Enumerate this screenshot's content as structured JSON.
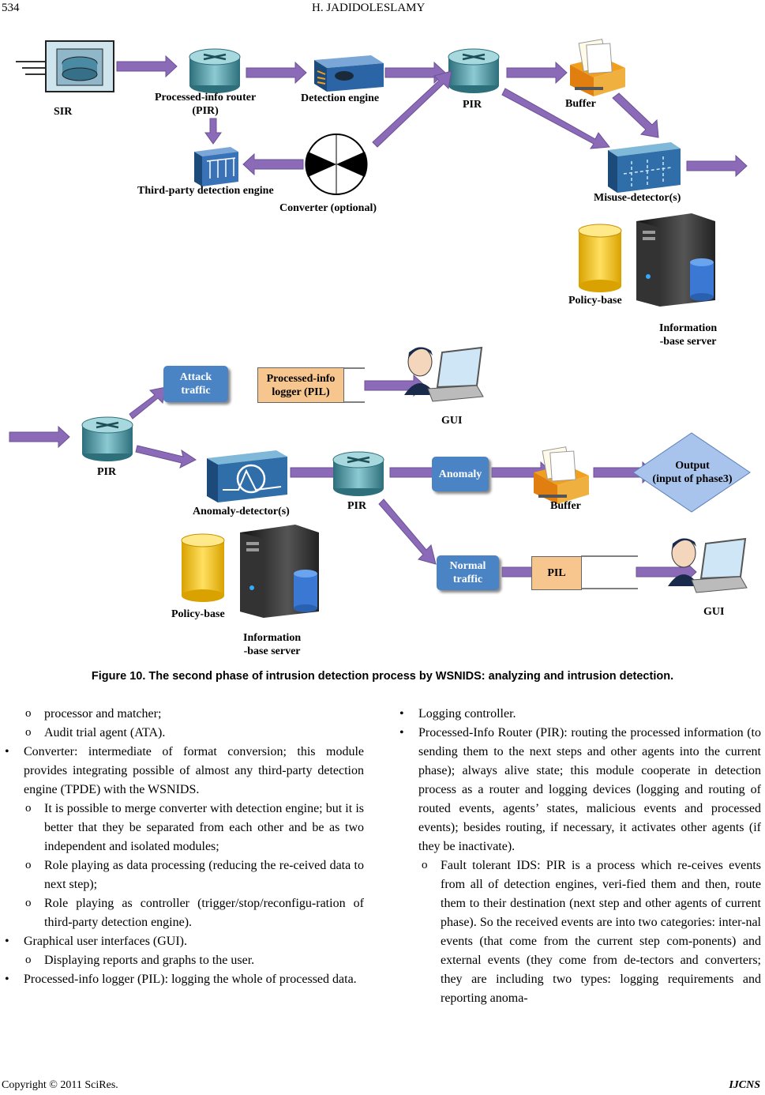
{
  "header": {
    "page_number": "534",
    "author": "H. JADIDOLESLAMY"
  },
  "diagram": {
    "sir": "SIR",
    "pir_top": "Processed-info router\n(PIR)",
    "detection_engine": "Detection engine",
    "pir_top_right": "PIR",
    "buffer_top": "Buffer",
    "tpde": "Third-party detection engine",
    "converter": "Converter (optional)",
    "misuse": "Misuse-detector(s)",
    "policy_top": "Policy-base",
    "info_server_top": "Information\n-base server",
    "attack_traffic": "Attack\ntraffic",
    "pil_full": "Processed-info\nlogger (PIL)",
    "gui_top": "GUI",
    "pir_left": "PIR",
    "anomaly_detector": "Anomaly-detector(s)",
    "pir_mid": "PIR",
    "anomaly": "Anomaly",
    "buffer_bottom": "Buffer",
    "output": "Output\n(input of phase3)",
    "normal_traffic": "Normal\ntraffic",
    "pil": "PIL",
    "gui_bottom": "GUI",
    "policy_bottom": "Policy-base",
    "info_server_bottom": "Information\n-base server",
    "colors": {
      "arrow": "#8b6bb8",
      "router": "#4a9aa8",
      "blue_box": "#4a84c4",
      "orange_box": "#f7c58e",
      "output": "#a9c4ec"
    }
  },
  "caption": "Figure 10. The second phase of intrusion detection process by WSNIDS: analyzing and intrusion detection.",
  "left_column": [
    {
      "level": 2,
      "text": "processor and matcher;"
    },
    {
      "level": 2,
      "text": "Audit trial agent (ATA)."
    },
    {
      "level": 1,
      "text": "Converter: intermediate of format conversion; this module provides integrating possible of almost any third-party detection engine (TPDE) with the WSNIDS."
    },
    {
      "level": 2,
      "text": "It is possible to merge converter with detection engine; but it is better that they be separated from each other and be as two independent and isolated modules;"
    },
    {
      "level": 2,
      "text": "Role playing as data processing (reducing the re-ceived data to next step);"
    },
    {
      "level": 2,
      "text": "Role playing as controller (trigger/stop/reconfigu-ration of third-party detection engine)."
    },
    {
      "level": 1,
      "text": "Graphical user interfaces (GUI)."
    },
    {
      "level": 2,
      "text": "Displaying reports and graphs to the user."
    },
    {
      "level": 1,
      "text": "Processed-info logger (PIL): logging the whole of processed data."
    }
  ],
  "right_column": [
    {
      "level": 1,
      "text": "Logging controller."
    },
    {
      "level": 1,
      "text": "Processed-Info Router (PIR): routing the processed information (to sending them to the next steps and other agents into the current phase); always alive state; this module cooperate in detection process as a router and logging devices (logging and routing of routed events, agents’ states, malicious events and processed events); besides routing, if necessary, it activates other agents (if they be inactivate)."
    },
    {
      "level": 2,
      "text": "Fault tolerant IDS: PIR is a process which re-ceives events from all of detection engines, veri-fied them and then, route them to their destination (next step and other agents of current phase). So the received events are into two categories: inter-nal events (that come from the current step com-ponents) and external events (they come from de-tectors and converters; they are including two types: logging requirements and reporting anoma-"
    }
  ],
  "footer": {
    "copyright": "Copyright © 2011 SciRes.",
    "journal": "IJCNS"
  }
}
